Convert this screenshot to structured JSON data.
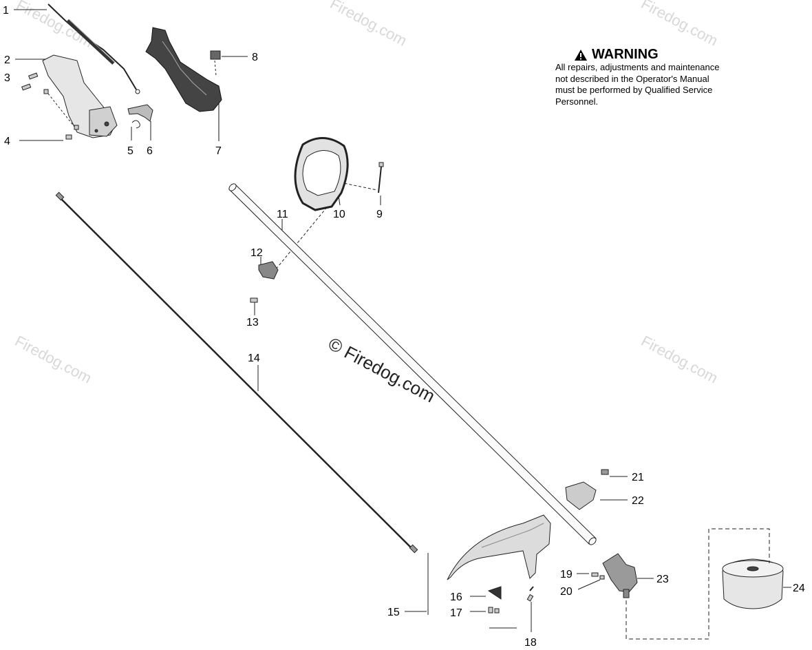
{
  "warning": {
    "title": "WARNING",
    "body": "All repairs, adjustments and maintenance not described in the Operator's Manual must be performed by Qualified Service Personnel."
  },
  "watermark": {
    "text": "Firedog.com",
    "center_text": "© Firedog.com"
  },
  "callouts": [
    "1",
    "2",
    "3",
    "4",
    "5",
    "6",
    "7",
    "8",
    "9",
    "10",
    "11",
    "12",
    "13",
    "14",
    "15",
    "16",
    "17",
    "18",
    "19",
    "20",
    "21",
    "22",
    "23",
    "24"
  ]
}
